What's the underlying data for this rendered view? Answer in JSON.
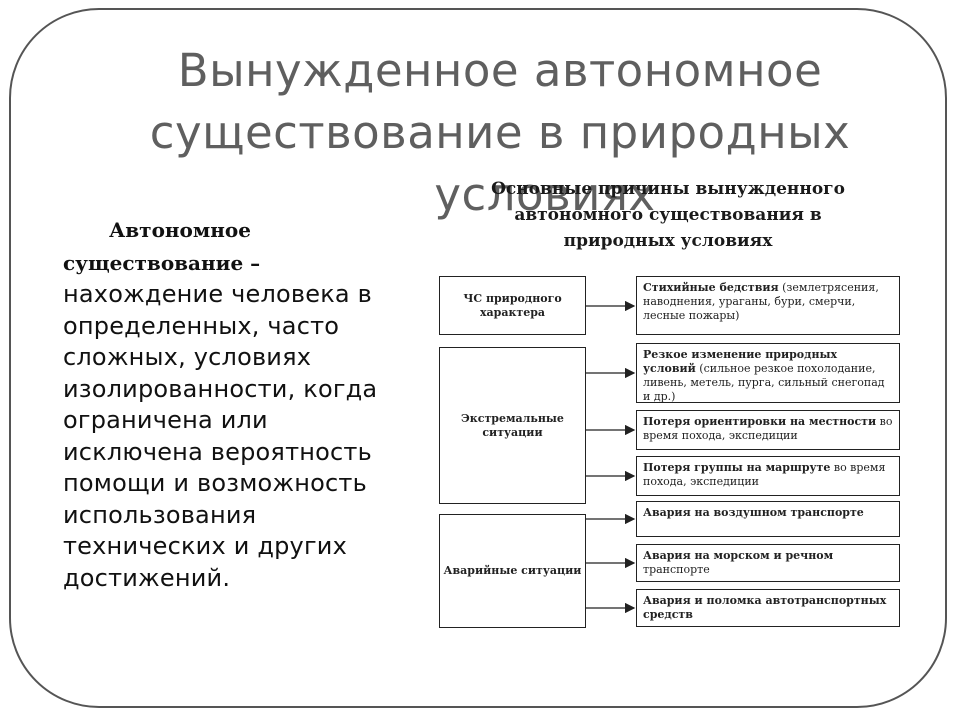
{
  "title": {
    "line1": "Вынужденное автономное",
    "line2": "существование в природных",
    "line3": "условиях"
  },
  "definition": {
    "term": "Автономное существование –",
    "text": "нахождение человека в определенных, часто сложных, условиях изолированности, когда ограничена или исключена вероятность помощи и возможность использования технических и других достижений."
  },
  "diagram": {
    "title": "Основные причины вынужденного автономного существования в природных условиях",
    "categories": [
      {
        "label": "ЧС природного характера"
      },
      {
        "label": "Экстремальные ситуации"
      },
      {
        "label": "Аварийные ситуации"
      }
    ],
    "causes": [
      {
        "bold": "Стихийные бедствия",
        "rest": " (землетрясения, наводнения, ураганы, бури, смерчи, лесные пожары)"
      },
      {
        "bold": "Резкое изменение природных условий",
        "rest": " (сильное резкое похолодание, ливень, метель, пурга, сильный снегопад и др.)"
      },
      {
        "bold": "Потеря ориентировки на местности",
        "rest": " во время похода, экспедиции"
      },
      {
        "bold": "Потеря группы на маршруте",
        "rest": " во время похода, экспедиции"
      },
      {
        "bold": "Авария на воздушном транспорте",
        "rest": ""
      },
      {
        "bold": "Авария на морском и речном",
        "rest": " транспорте"
      },
      {
        "bold": "Авария и поломка автотранспортных средств",
        "rest": ""
      }
    ]
  }
}
